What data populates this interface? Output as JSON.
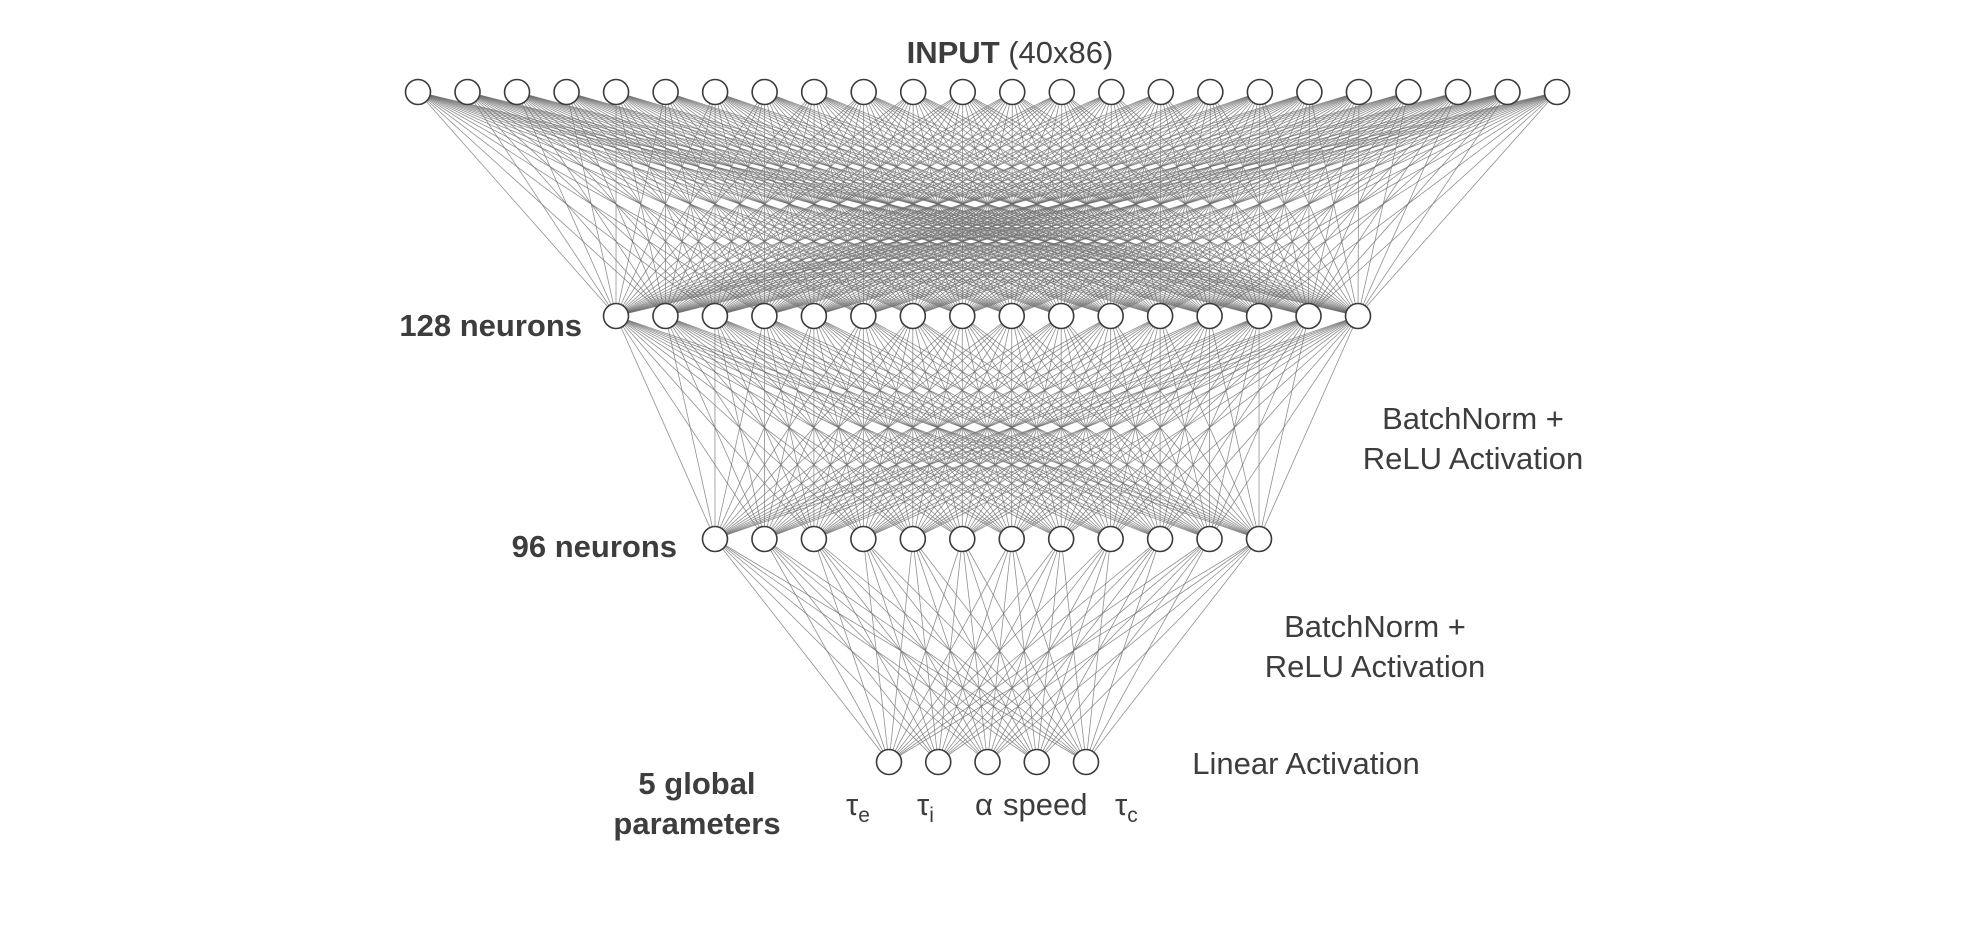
{
  "input_label": {
    "bold": "INPUT",
    "rest": " (40x86)"
  },
  "layers": {
    "input": {
      "label": "",
      "drawn_nodes": 24
    },
    "hidden1": {
      "label": "128 neurons",
      "drawn_nodes": 16
    },
    "hidden2": {
      "label": "96 neurons",
      "drawn_nodes": 12
    },
    "output": {
      "label_line1": "5 global",
      "label_line2": "parameters",
      "drawn_nodes": 5
    }
  },
  "activations": {
    "hidden1_line1": "BatchNorm +",
    "hidden1_line2": "ReLU Activation",
    "hidden2_line1": "BatchNorm +",
    "hidden2_line2": "ReLU Activation",
    "output": "Linear Activation"
  },
  "outputs": [
    {
      "symbol": "τ",
      "sub": "e"
    },
    {
      "symbol": "τ",
      "sub": "i"
    },
    {
      "symbol": "α",
      "sub": ""
    },
    {
      "symbol": "speed",
      "sub": ""
    },
    {
      "symbol": "τ",
      "sub": "c"
    }
  ],
  "colors": {
    "text": "#3d3d3d",
    "node_stroke": "#3a3a3a",
    "edge": "#6b6b6b",
    "background": "#ffffff"
  }
}
